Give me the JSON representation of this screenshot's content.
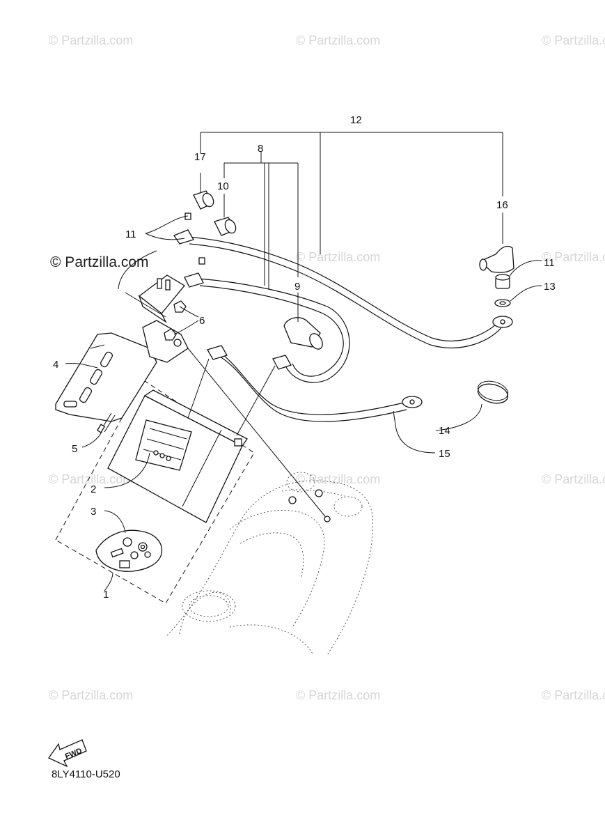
{
  "watermark_text": "© Partzilla.com",
  "diagram_code": "8LY4110-U520",
  "fwd_label": "FWD",
  "callouts": {
    "c1": "1",
    "c2": "2",
    "c3": "3",
    "c4": "4",
    "c5": "5",
    "c6": "6",
    "c8": "8",
    "c9": "9",
    "c10": "10",
    "c11a": "11",
    "c11b": "11",
    "c12": "12",
    "c13": "13",
    "c14": "14",
    "c15": "15",
    "c16": "16",
    "c17": "17"
  }
}
